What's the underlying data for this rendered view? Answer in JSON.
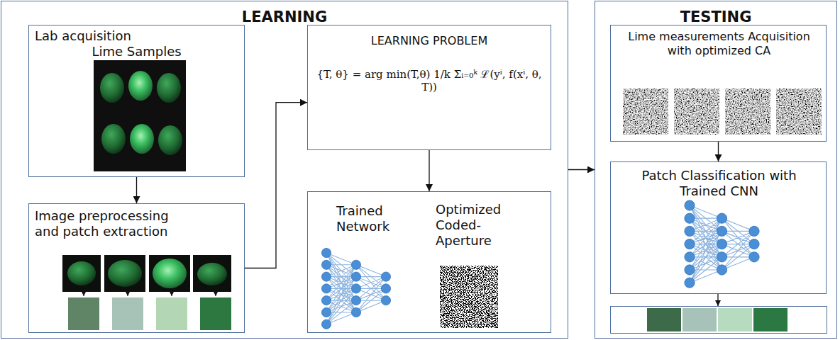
{
  "diagram": {
    "nodes": [
      {
        "text": [
          "LEARNING"
        ]
      },
      {
        "text": [
          "Lab acquisition",
          "Lime Samples"
        ],
        "in": 0
      },
      {
        "text": [
          "Image preprocessing and patch extraction"
        ],
        "in": 0
      },
      {
        "text": [
          "LEARNING PROBLEM",
          "{T, θ} = arg min(T,θ) 1/k Σᵢ₌₀ᵏ ℒ(yⁱ, f(xⁱ, θ, T))"
        ],
        "in": 0
      },
      {
        "text": [
          "Trained Network",
          "Optimized Coded-Aperture"
        ],
        "in": 0
      },
      {
        "text": [
          "TESTING"
        ]
      },
      {
        "text": [
          "Lime measurements Acquisition with optimized CA"
        ],
        "in": 5
      },
      {
        "text": [
          "Patch Classification with Trained CNN"
        ],
        "in": 5
      }
    ],
    "edges": [
      {
        "from": 1,
        "to": 2,
        "arrow": "to"
      },
      {
        "from": 2,
        "to": 3,
        "arrow": "to"
      },
      {
        "from": 3,
        "to": 4,
        "arrow": "to"
      },
      {
        "from": 0,
        "to": 5,
        "arrow": "to"
      },
      {
        "from": 6,
        "to": 7,
        "arrow": "to"
      }
    ]
  }
}
